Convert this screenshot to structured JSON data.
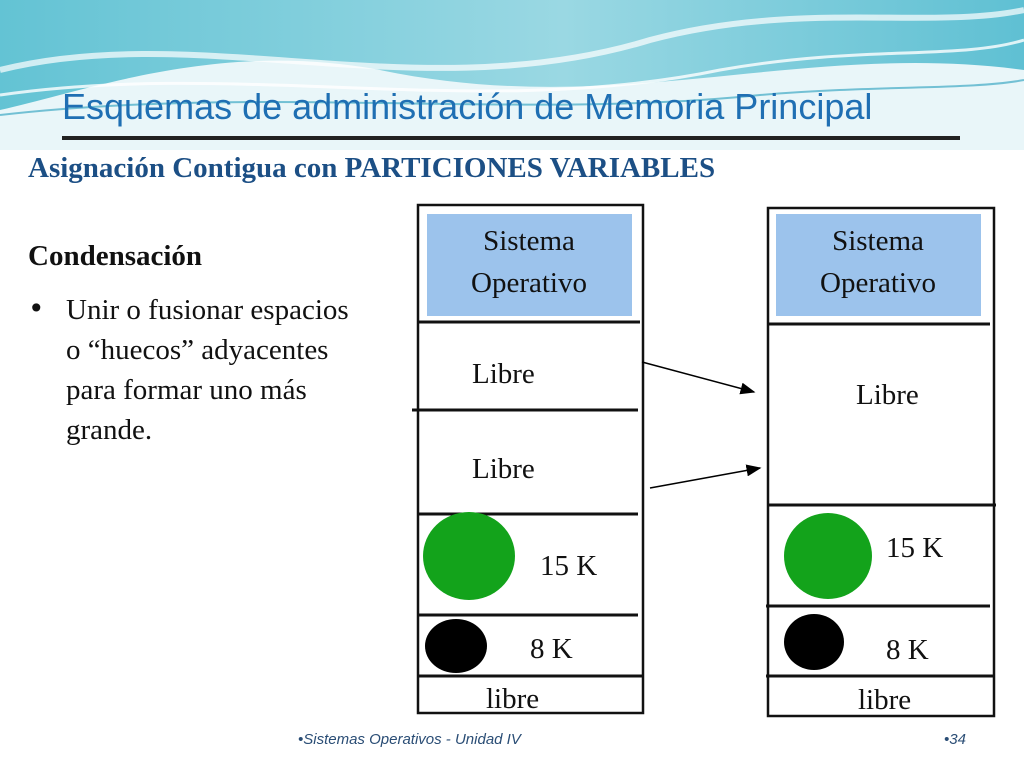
{
  "slide": {
    "title": "Esquemas de administración de Memoria Principal",
    "subtitle": "Asignación Contigua con PARTICIONES VARIABLES"
  },
  "content": {
    "heading": "Condensación",
    "bullet": "Unir o fusionar espacios o “huecos” adyacentes para formar uno más grande."
  },
  "left_memory": {
    "os_line1": "Sistema",
    "os_line2": "Operativo",
    "free1": "Libre",
    "free2": "Libre",
    "proc15": "15 K",
    "proc8": "8 K",
    "free_bottom": "libre"
  },
  "right_memory": {
    "os_line1": "Sistema",
    "os_line2": "Operativo",
    "free_merged": "Libre",
    "proc15": "15 K",
    "proc8": "8 K",
    "free_bottom": "libre"
  },
  "footer": {
    "text": "•Sistemas Operativos -  Unidad IV",
    "page": "•34"
  },
  "colors": {
    "os_block": "#9cc3ec",
    "process_15k": "#13a31b",
    "process_8k": "#000000",
    "title": "#1f6fb3"
  }
}
